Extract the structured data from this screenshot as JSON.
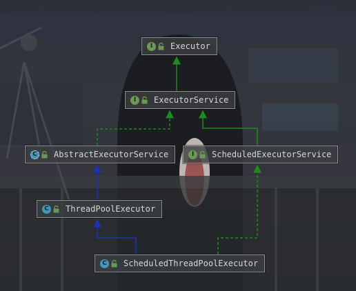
{
  "diagram": {
    "nodes": {
      "executor": {
        "label": "Executor",
        "badge": "I",
        "kind": "interface"
      },
      "executor_service": {
        "label": "ExecutorService",
        "badge": "I",
        "kind": "interface"
      },
      "abstract_executor_service": {
        "label": "AbstractExecutorService",
        "badge": "C",
        "kind": "abstract class"
      },
      "scheduled_executor_service": {
        "label": "ScheduledExecutorService",
        "badge": "I",
        "kind": "interface"
      },
      "thread_pool_executor": {
        "label": "ThreadPoolExecutor",
        "badge": "C",
        "kind": "class"
      },
      "scheduled_thread_pool_executor": {
        "label": "ScheduledThreadPoolExecutor",
        "badge": "C",
        "kind": "class"
      }
    },
    "edges": [
      {
        "from": "executor_service",
        "to": "executor",
        "relation": "extends",
        "style": "solid",
        "color": "#1f8a1f"
      },
      {
        "from": "abstract_executor_service",
        "to": "executor_service",
        "relation": "implements",
        "style": "dashed",
        "color": "#1f8a1f"
      },
      {
        "from": "scheduled_executor_service",
        "to": "executor_service",
        "relation": "extends",
        "style": "solid",
        "color": "#1f8a1f"
      },
      {
        "from": "thread_pool_executor",
        "to": "abstract_executor_service",
        "relation": "extends",
        "style": "solid",
        "color": "#1f2fb8"
      },
      {
        "from": "scheduled_thread_pool_executor",
        "to": "thread_pool_executor",
        "relation": "extends",
        "style": "solid",
        "color": "#1f2fb8"
      },
      {
        "from": "scheduled_thread_pool_executor",
        "to": "scheduled_executor_service",
        "relation": "implements",
        "style": "dashed",
        "color": "#1f8a1f"
      }
    ],
    "colors": {
      "interface_badge": "#6a9955",
      "class_badge": "#3e9ab8",
      "implements_edge": "#1f8a1f",
      "extends_class_edge": "#1f2fb8",
      "node_border": "#8a8f94"
    }
  }
}
